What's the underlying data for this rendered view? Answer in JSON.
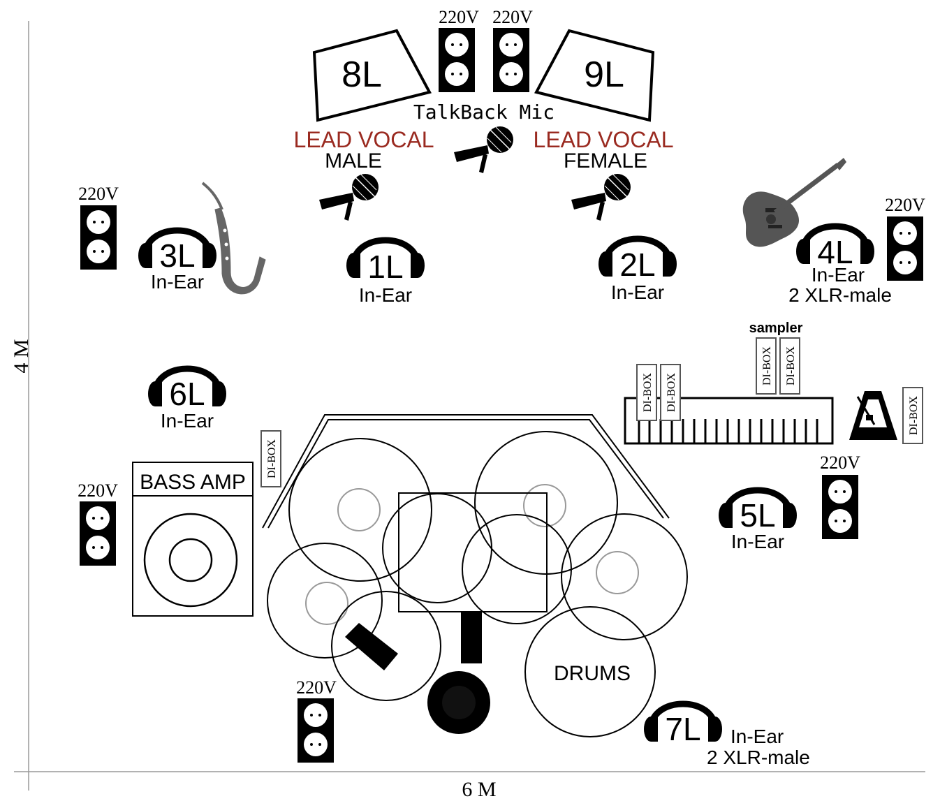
{
  "dimensions": {
    "width_label": "6 M",
    "height_label": "4 M"
  },
  "power_label": "220V",
  "di_box_label": "DI-BOX",
  "wedges": [
    {
      "id": "8L",
      "label": "8L"
    },
    {
      "id": "9L",
      "label": "9L"
    }
  ],
  "talkback_label": "TalkBack Mic",
  "lead_vocal": {
    "male": {
      "title": "LEAD VOCAL",
      "subtitle": "MALE"
    },
    "female": {
      "title": "LEAD VOCAL",
      "subtitle": "FEMALE"
    }
  },
  "monitors": [
    {
      "id": "1L",
      "label": "1L",
      "type": "In-Ear",
      "extra": ""
    },
    {
      "id": "2L",
      "label": "2L",
      "type": "In-Ear",
      "extra": ""
    },
    {
      "id": "3L",
      "label": "3L",
      "type": "In-Ear",
      "extra": ""
    },
    {
      "id": "4L",
      "label": "4L",
      "type": "In-Ear",
      "extra": "2 XLR-male"
    },
    {
      "id": "5L",
      "label": "5L",
      "type": "In-Ear",
      "extra": ""
    },
    {
      "id": "6L",
      "label": "6L",
      "type": "In-Ear",
      "extra": ""
    },
    {
      "id": "7L",
      "label": "7L",
      "type": "In-Ear",
      "extra": "2 XLR-male"
    }
  ],
  "sampler_label": "sampler",
  "bass_amp_label": "BASS AMP",
  "drums_label": "DRUMS",
  "colors": {
    "lead_vocal": "#9a2a20",
    "ink": "#000000",
    "guitar": "#555555",
    "sax": "#666666"
  }
}
